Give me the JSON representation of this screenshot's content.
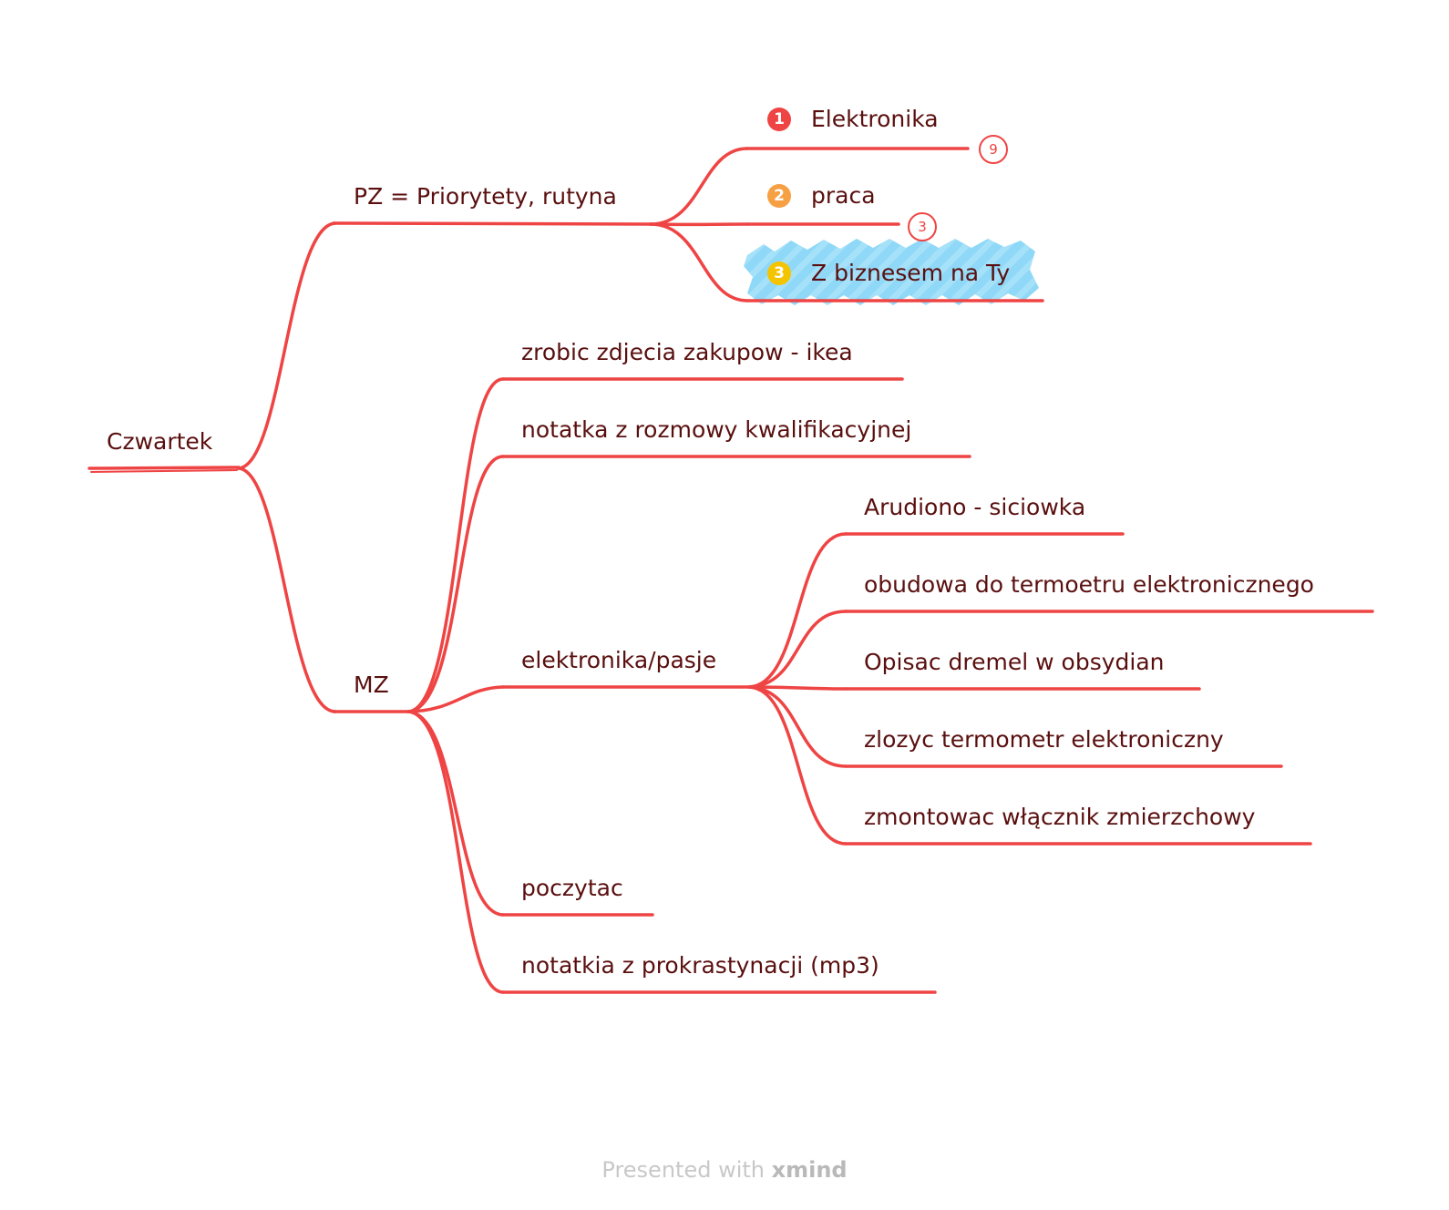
{
  "colors": {
    "branch": "#ef4444",
    "text": "#5a0f0f",
    "highlight": "#8fd8f7",
    "marker_1": "#ef4444",
    "marker_2": "#f6a043",
    "marker_3": "#f5c400"
  },
  "mindmap": {
    "root": "Czwartek",
    "pz": {
      "label": "PZ = Priorytety, rutyna",
      "children": [
        {
          "label": "Elektronika",
          "priority": "1",
          "count": "9"
        },
        {
          "label": "praca",
          "priority": "2",
          "count": "3"
        },
        {
          "label": "Z biznesem na Ty",
          "priority": "3",
          "highlighted": true
        }
      ]
    },
    "mz": {
      "label": "MZ",
      "children": [
        {
          "label": "zrobic zdjecia zakupow - ikea"
        },
        {
          "label": "notatka z rozmowy kwalifikacyjnej"
        },
        {
          "label": "elektronika/pasje",
          "children": [
            {
              "label": "Arudiono - siciowka"
            },
            {
              "label": "obudowa do termoetru elektronicznego"
            },
            {
              "label": "Opisac dremel w obsydian"
            },
            {
              "label": "zlozyc termometr elektroniczny"
            },
            {
              "label": "zmontowac włącznik zmierzchowy"
            }
          ]
        },
        {
          "label": "poczytac"
        },
        {
          "label": "notatkia z prokrastynacji (mp3)"
        }
      ]
    }
  },
  "footer": {
    "prefix": "Presented with",
    "brand": "xmind"
  }
}
